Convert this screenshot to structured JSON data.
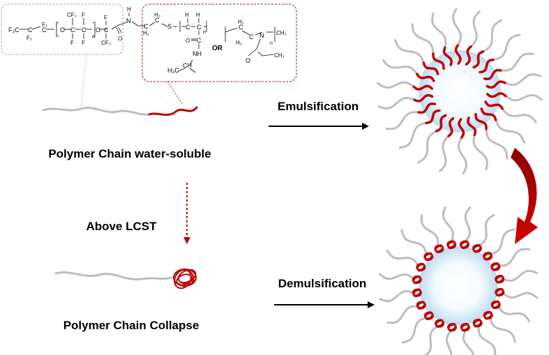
{
  "labels": {
    "water_soluble": "Polymer Chain water-soluble",
    "above_lcst": "Above LCST",
    "collapse": "Polymer Chain Collapse",
    "emulsification": "Emulsification",
    "demulsification": "Demulsification"
  },
  "chemistry": {
    "pfpe": {
      "f3c": "F₃C",
      "cf2_a": "F₂",
      "c1": "C",
      "c2": "C",
      "f2_b": "F₂",
      "o1": "O",
      "o2": "O",
      "cf3_top": "CF₃",
      "f_top": "F",
      "f_top2": "F",
      "cf3_2": "CF₃",
      "f_bot": "F",
      "c3": "C",
      "c4": "C",
      "n_sub": "n",
      "amide_h": "H",
      "amide_n": "N",
      "amide_o": "O"
    },
    "linker": {
      "h2": "H₂",
      "c": "C",
      "s": "S",
      "h2_b": "H₂",
      "c_b": "C"
    },
    "pnipam": {
      "h_top": "H",
      "h_top2": "H",
      "c1": "C",
      "c2": "C",
      "n": "n",
      "o": "O",
      "c_carb": "C",
      "nh": "NH",
      "ch": "CH",
      "h3c": "H₃C"
    },
    "or": "OR",
    "poly_oxazoline": {
      "h2_top": "H₂",
      "c1": "C",
      "c2": "C",
      "h2_bot": "H₂",
      "n_atom": "N",
      "ch3": "CH₃",
      "n_sub": "n",
      "o": "O",
      "ch3_b": "CH₃"
    }
  },
  "colors": {
    "chain_grey": "#bdbdbd",
    "chain_red": "#c00000",
    "droplet_fill": "#d6ebf8",
    "droplet_edge": "#b7d8ee",
    "box_grey": "#a6a6a6",
    "box_red": "#c00000",
    "arrow_black": "#000000"
  }
}
